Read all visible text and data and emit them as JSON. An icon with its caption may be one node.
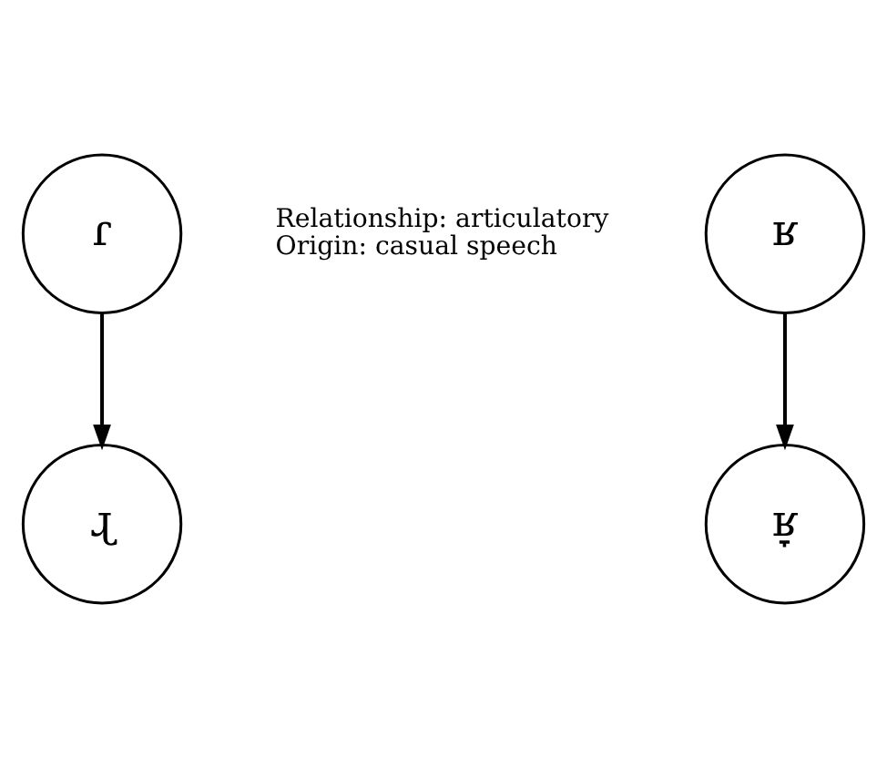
{
  "diagram": {
    "nodes": [
      {
        "text": [
          "ɾ"
        ]
      },
      {
        "text": [
          "ʁ"
        ]
      },
      {
        "text": [
          "ɻ"
        ]
      },
      {
        "text": [
          "ʁ̞"
        ]
      }
    ],
    "edges": [
      {
        "from": 0,
        "to": 2,
        "arrow": "to"
      },
      {
        "from": 1,
        "to": 3,
        "arrow": "to"
      }
    ],
    "labels": [
      "Relationship: articulatory",
      "Origin: casual speech"
    ]
  }
}
